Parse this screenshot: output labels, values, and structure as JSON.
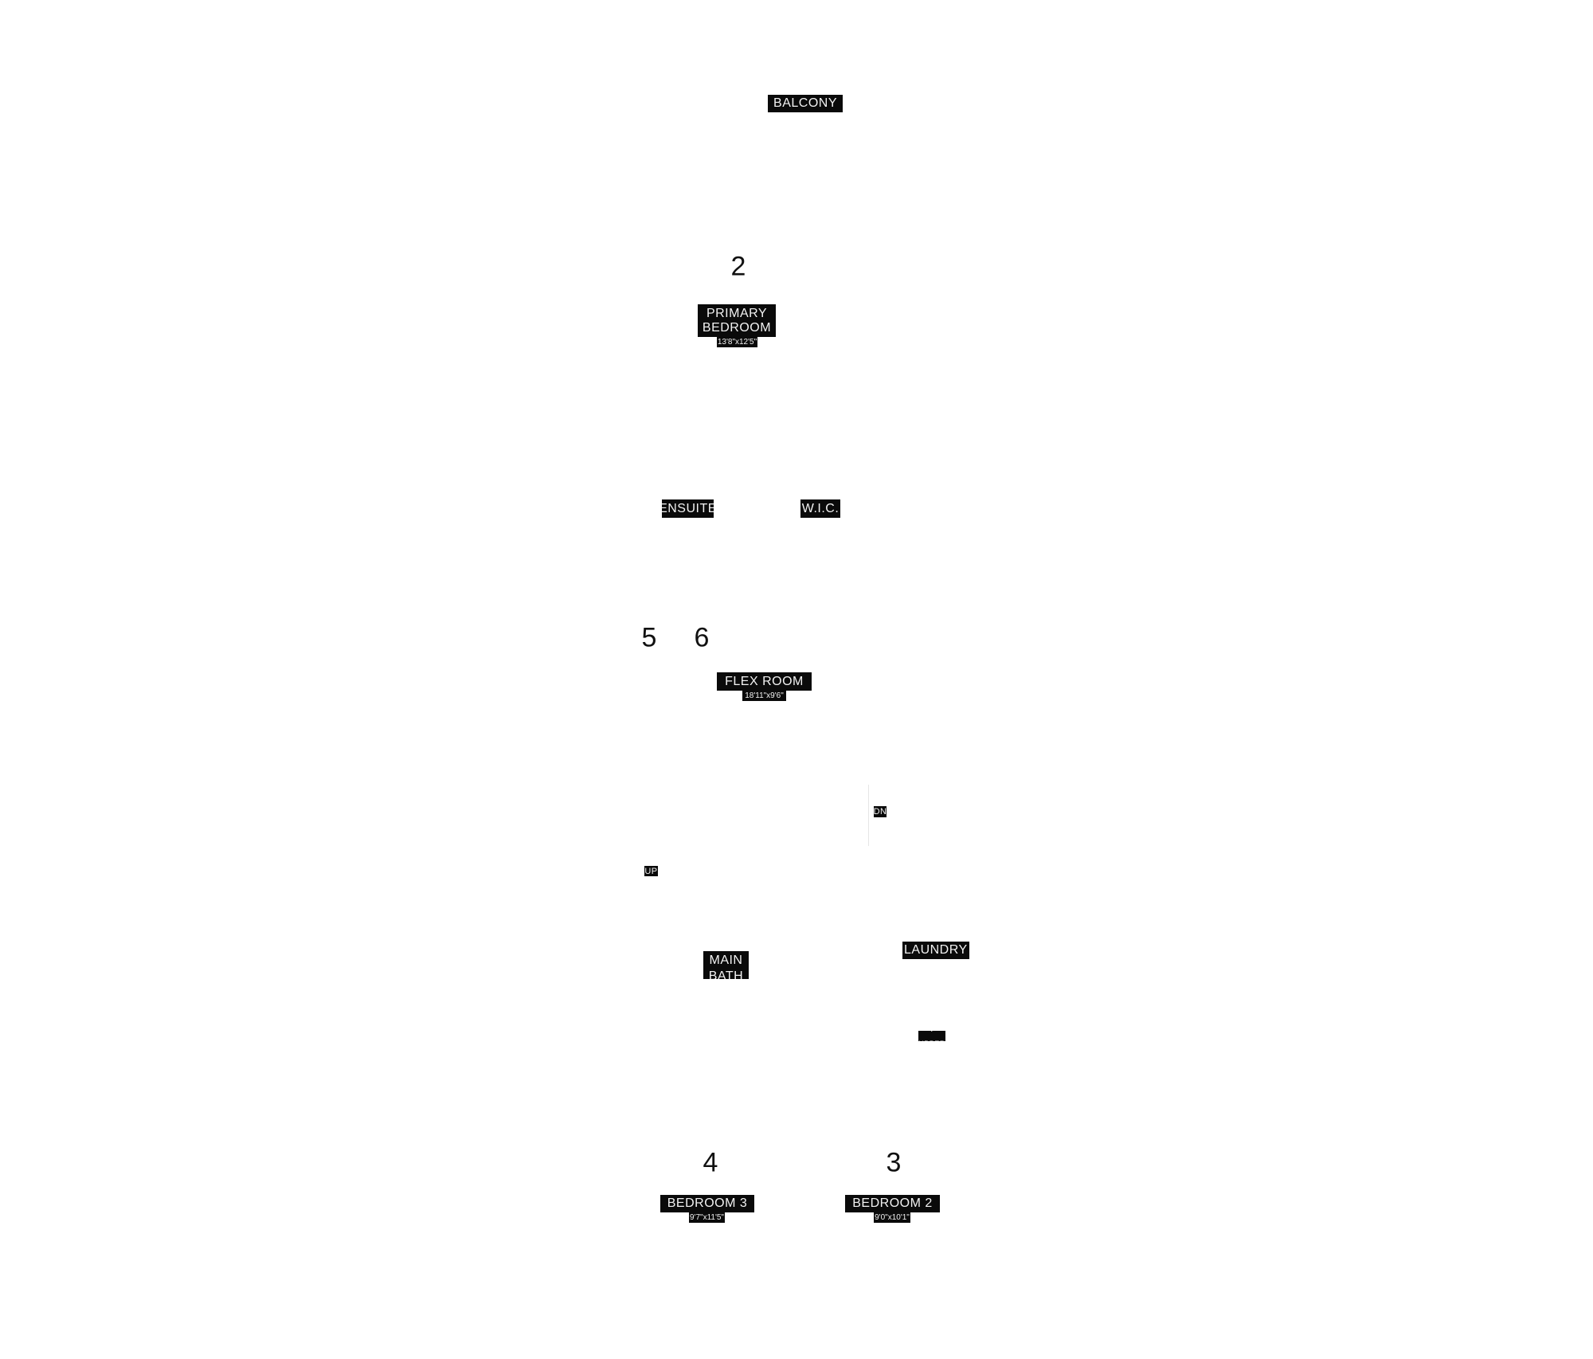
{
  "rooms": {
    "balcony": {
      "name": "BALCONY"
    },
    "primary_bedroom": {
      "name": "PRIMARY\nBEDROOM",
      "size": "13'8\"x12'5\""
    },
    "ensuite": {
      "name": "ENSUITE"
    },
    "wic": {
      "name": "W.I.C."
    },
    "flex_room": {
      "name": "FLEX ROOM",
      "size": "18'11\"x9'6\""
    },
    "main_bath": {
      "name": "MAIN\nBATH"
    },
    "laundry": {
      "name": "LAUNDRY"
    },
    "upper": {
      "name": ". UPPER"
    },
    "bedroom3": {
      "name": "BEDROOM 3",
      "size": "9'7\"x11'5\""
    },
    "bedroom2": {
      "name": "BEDROOM 2",
      "size": "9'0\"x10'1\""
    }
  },
  "stairs": {
    "down": "DN",
    "up": "UP"
  },
  "markers": {
    "m2": "2",
    "m5": "5",
    "m6": "6",
    "m4": "4",
    "m3": "3"
  }
}
